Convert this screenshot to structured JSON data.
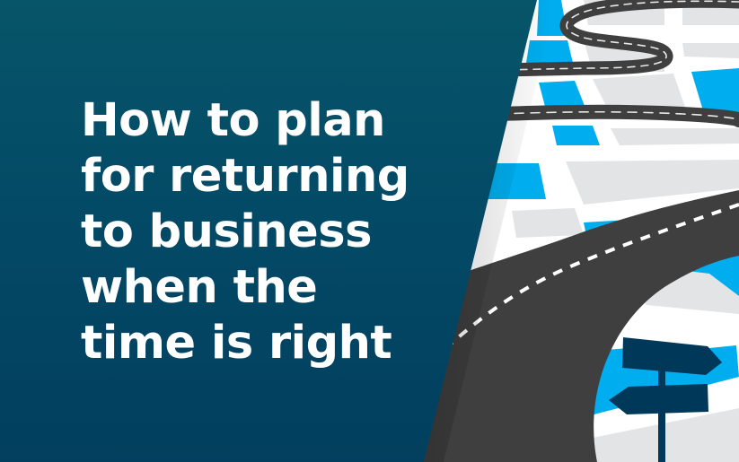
{
  "headline": {
    "lines": [
      "How to plan",
      "for returning",
      "to business",
      "when the",
      "time is right"
    ]
  },
  "illustration": {
    "subject": "winding-road-over-city-map",
    "signpost": "directional-signpost-icon"
  },
  "colors": {
    "panel": "#034a66",
    "panel_top": "#075569",
    "map_blue": "#00aeef",
    "map_gray": "#e3e4e6",
    "road": "#3f3f3f",
    "road_marking": "#ffffff",
    "signpost": "#00385a",
    "text": "#ffffff"
  }
}
